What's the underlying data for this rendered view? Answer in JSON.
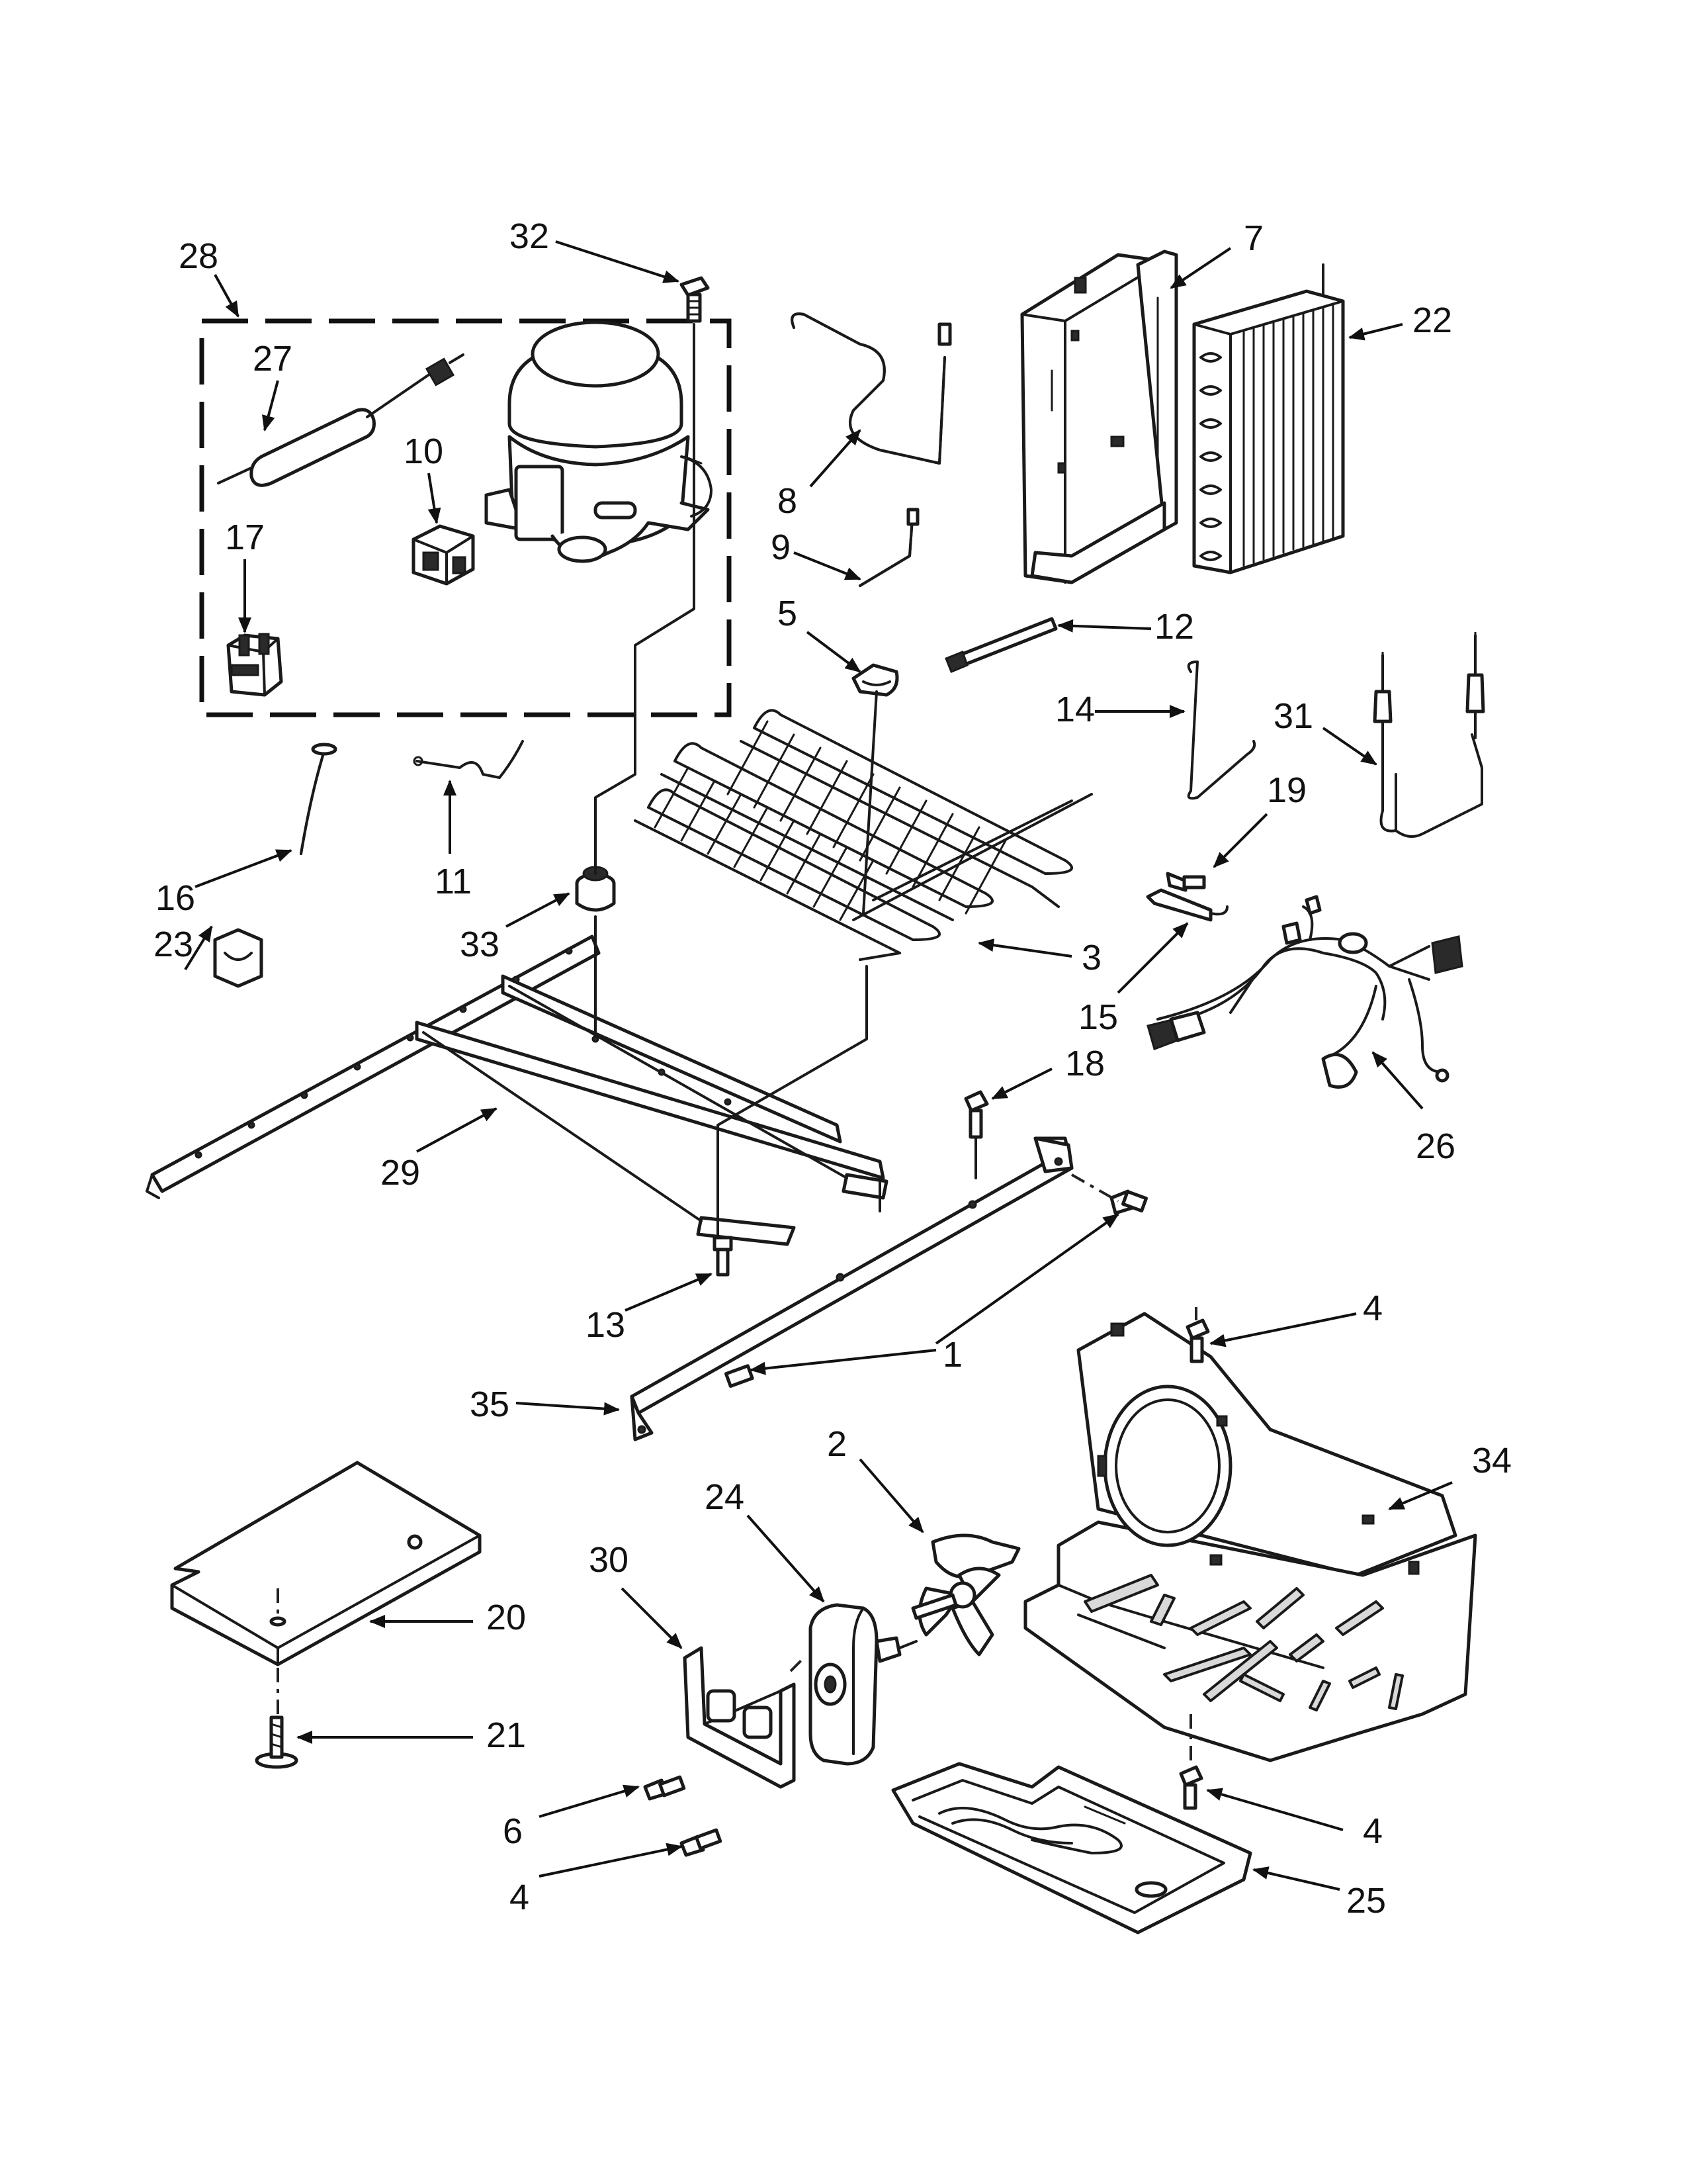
{
  "diagram": {
    "labels": {
      "p1": "1",
      "p2": "2",
      "p3": "3",
      "p4a": "4",
      "p4b": "4",
      "p4c": "4",
      "p5": "5",
      "p6": "6",
      "p7": "7",
      "p8": "8",
      "p9": "9",
      "p10": "10",
      "p11": "11",
      "p12": "12",
      "p13": "13",
      "p14": "14",
      "p15": "15",
      "p16": "16",
      "p17": "17",
      "p18": "18",
      "p19": "19",
      "p20": "20",
      "p21": "21",
      "p22": "22",
      "p23": "23",
      "p24": "24",
      "p25": "25",
      "p26": "26",
      "p27": "27",
      "p28": "28",
      "p29": "29",
      "p30": "30",
      "p31": "31",
      "p32": "32",
      "p33": "33",
      "p34": "34",
      "p35": "35"
    }
  }
}
